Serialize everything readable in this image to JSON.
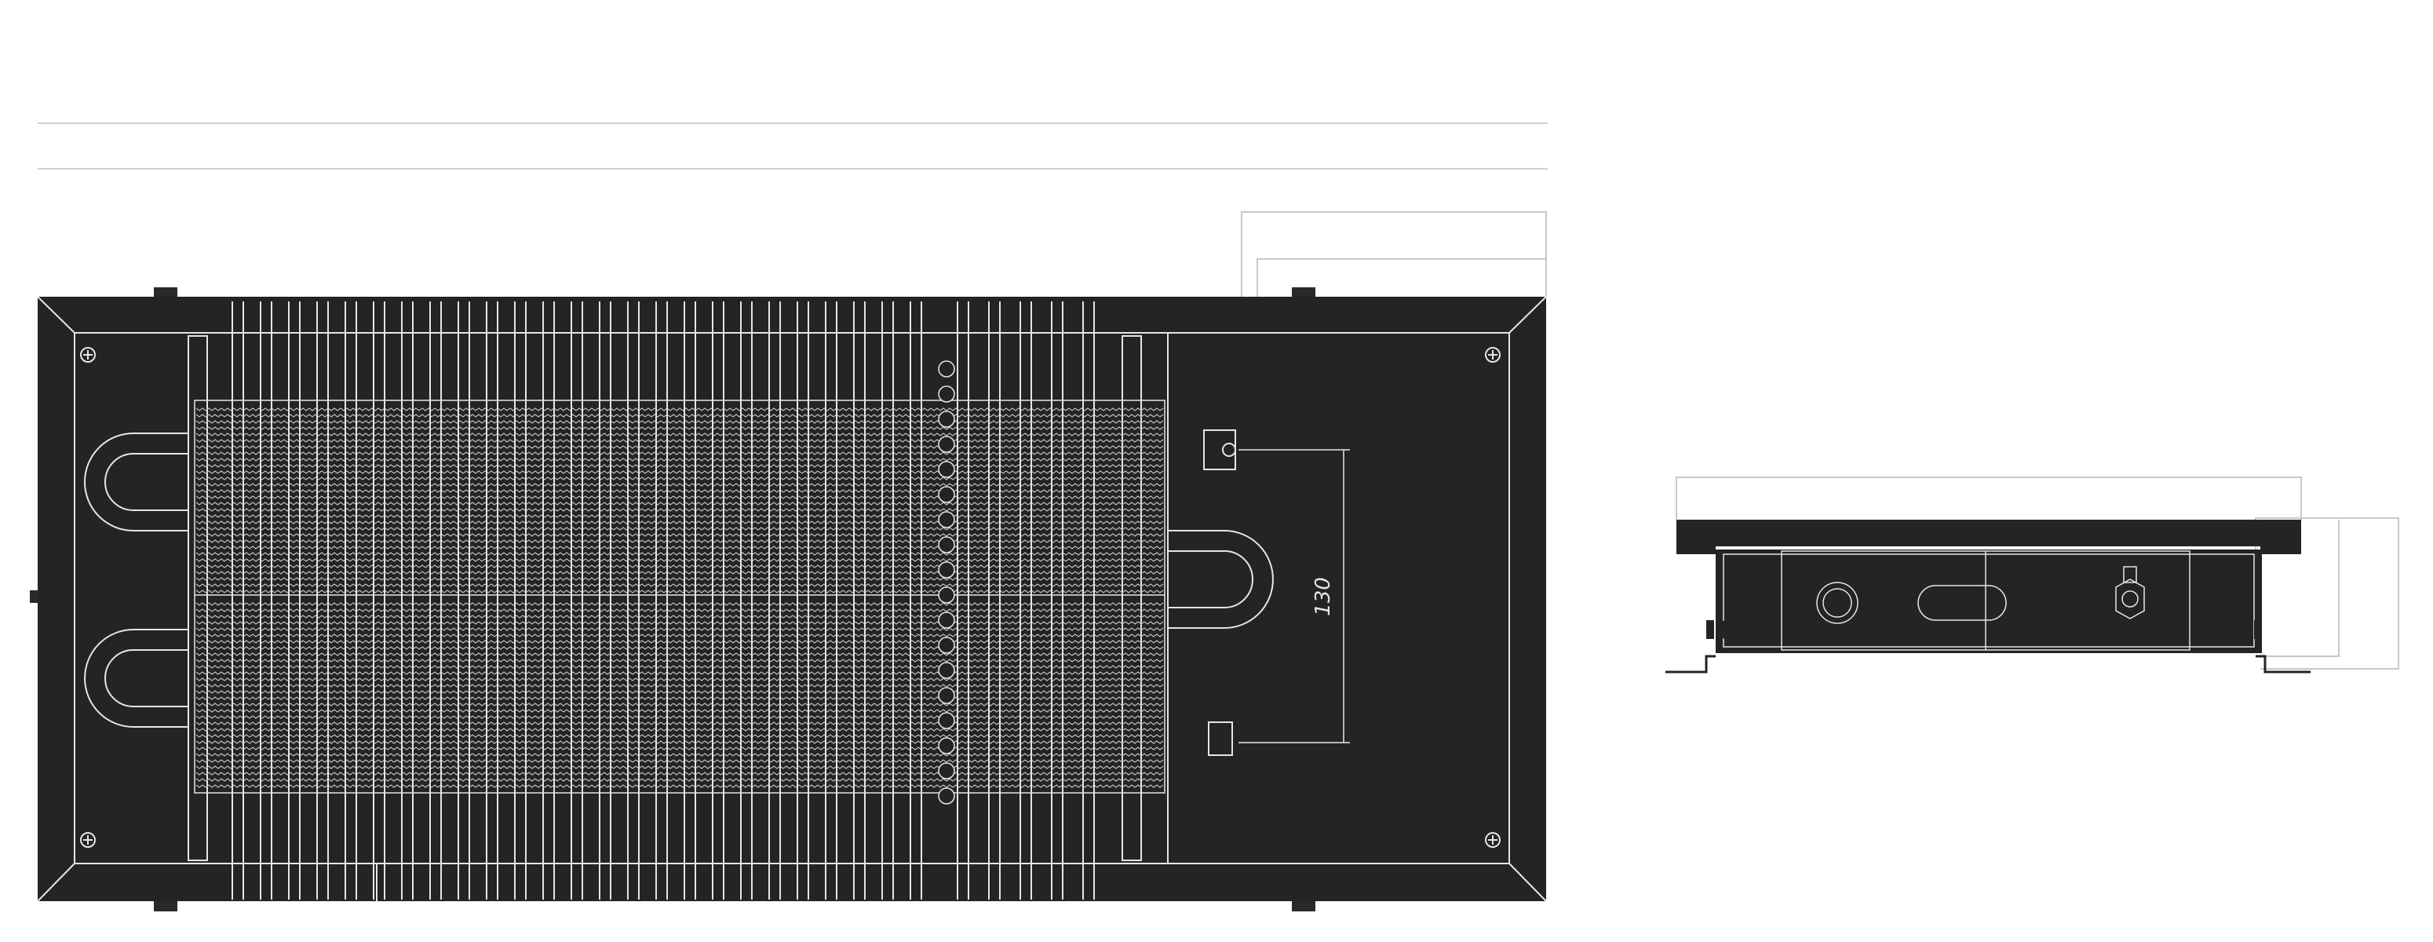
{
  "drawing": {
    "dimension_label": "130",
    "colors": {
      "background": "#ffffff",
      "body": "#242424",
      "line": "#e6e6e6",
      "guide": "#c8c8c8",
      "ink": "#1a1a1a"
    },
    "views": [
      "plan-view",
      "side-section-view"
    ]
  }
}
